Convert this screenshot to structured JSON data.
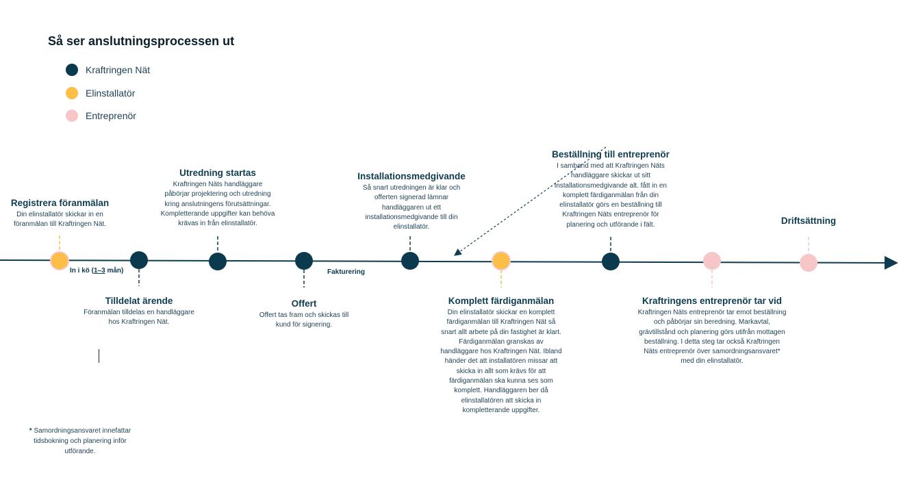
{
  "title": "Så ser anslutningsprocessen ut",
  "legend": [
    {
      "label": "Kraftringen Nät",
      "color": "#0b3a4f"
    },
    {
      "label": "Elinstallatör",
      "color": "#fbbf48"
    },
    {
      "label": "Entreprenör",
      "color": "#f7c6c9"
    }
  ],
  "steps": {
    "registrera": {
      "title": "Registrera föranmälan",
      "text": "Din elinstallatör skickar in en föranmälan till Kraftringen Nät."
    },
    "tilldelat": {
      "title": "Tilldelat ärende",
      "text": "Föranmälan tilldelas en handläggare hos Kraftringen Nät."
    },
    "utredning": {
      "title": "Utredning startas",
      "text": "Kraftringen Näts handläggare påbörjar projektering och utredning kring anslutningens förutsättningar. Kompletterande uppgifter kan behöva krävas in från elinstallatör."
    },
    "offert": {
      "title": "Offert",
      "text": "Offert tas fram och skickas till kund för signering."
    },
    "installationsmedgivande": {
      "title": "Installationsmedgivande",
      "text": "Så snart utredningen är klar och offerten signerad lämnar handläggaren ut ett installationsmedgivande till din elinstallatör."
    },
    "komplett": {
      "title": "Komplett färdiganmälan",
      "text": "Din elinstallatör skickar en komplett färdiganmälan till Kraftringen Nät så snart allt arbete på din fastighet är klart. Färdiganmälan granskas av handläggare hos Kraftringen Nät. Ibland händer det att installatören missar att skicka in allt som krävs för att färdiganmälan ska kunna ses som komplett. Handläggaren ber då elinstallatören att skicka in kompletterande uppgifter."
    },
    "bestallning": {
      "title": "Beställning till entreprenör",
      "text": "I samband med att Kraftringen Näts handläggare skickar ut sitt installationsmedgivande alt. fått in en komplett färdiganmälan från din elinstallatör görs en beställning till Kraftringen Näts entreprenör för planering och utförande i fält."
    },
    "entreprenor": {
      "title": "Kraftringens entreprenör tar vid",
      "text": "Kraftringen Näts entreprenör tar emot beställning och påbörjar sin beredning. Markavtal, grävtillstånd och planering görs utifrån mottagen beställning. I detta steg tar också Kraftringen Näts entreprenör över samordningsansvaret* med din elinstallatör."
    },
    "drift": {
      "title": "Driftsättning"
    }
  },
  "queue_prefix": "In i kö (",
  "queue_duration": "1–3",
  "queue_suffix": " mån)",
  "fakturering": "Fakturering",
  "footnote": {
    "marker": "*",
    "text": " Samordningsansvaret innefattar tidsbokning och planering inför utförande."
  }
}
